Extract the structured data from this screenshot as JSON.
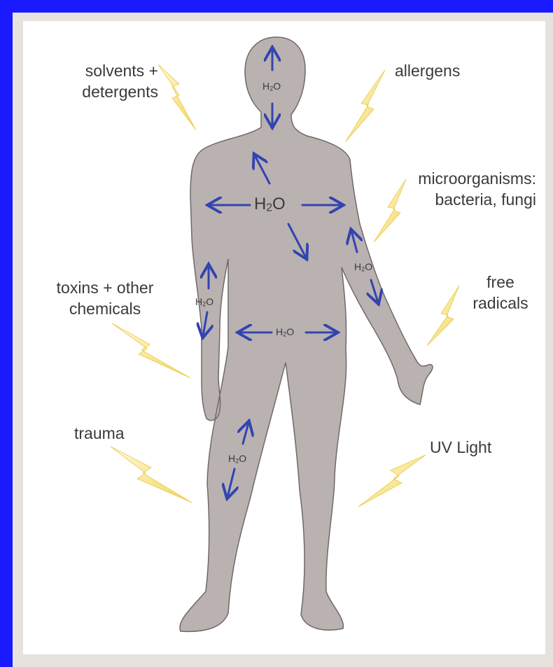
{
  "colors": {
    "border": "#1a1aff",
    "body": "#b9b2b1",
    "arrow": "#3344b0",
    "bolt": "#f8e27a"
  },
  "labels": {
    "solvents": [
      "solvents +",
      "detergents"
    ],
    "allergens": "allergens",
    "microorganisms": [
      "microorganisms:",
      "bacteria, fungi"
    ],
    "toxins": [
      "toxins + other",
      "chemicals"
    ],
    "free_radicals": [
      "free",
      "radicals"
    ],
    "trauma": "trauma",
    "uv_light": "UV Light"
  },
  "water": {
    "base": "H",
    "subscript": "2",
    "tail": "O"
  }
}
